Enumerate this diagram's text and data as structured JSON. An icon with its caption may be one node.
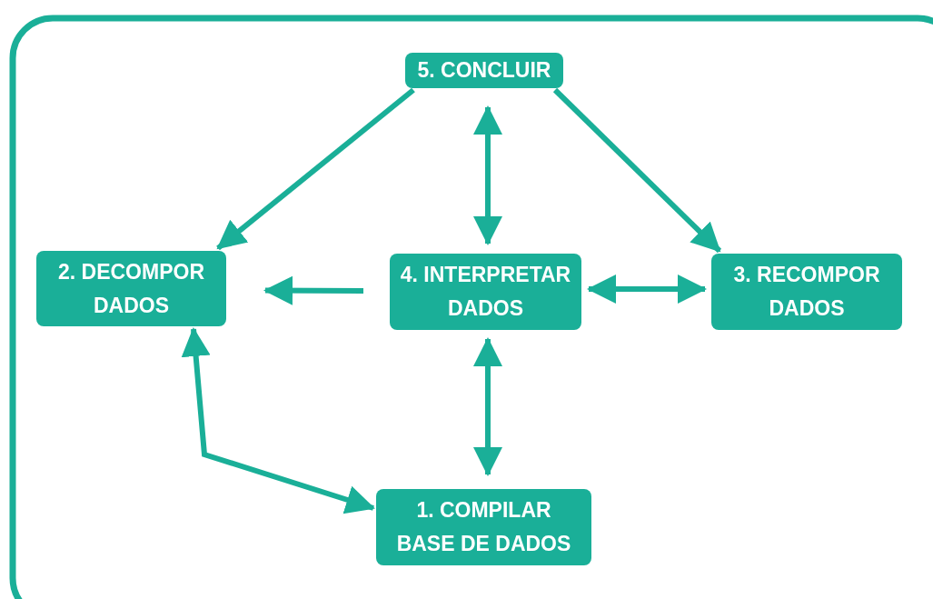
{
  "diagram": {
    "nodes": [
      {
        "text": [
          "5. CONCLUIR"
        ]
      },
      {
        "text": [
          "2. DECOMPOR DADOS"
        ]
      },
      {
        "text": [
          "4. INTERPRETAR DADOS"
        ]
      },
      {
        "text": [
          "3. RECOMPOR DADOS"
        ]
      },
      {
        "text": [
          "1. COMPILAR BASE DE DADOS"
        ]
      }
    ],
    "edges": [
      {
        "from": 0,
        "to": 1,
        "arrow": "to"
      },
      {
        "from": 0,
        "to": 3,
        "arrow": "to"
      },
      {
        "from": 0,
        "to": 2,
        "arrow": "both"
      },
      {
        "from": 2,
        "to": 1,
        "arrow": "to"
      },
      {
        "from": 2,
        "to": 3,
        "arrow": "both"
      },
      {
        "from": 2,
        "to": 4,
        "arrow": "both"
      },
      {
        "from": 1,
        "to": 4,
        "arrow": "both"
      }
    ]
  }
}
